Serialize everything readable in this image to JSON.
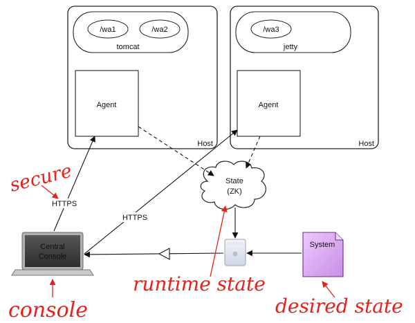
{
  "hosts": [
    {
      "host_label": "Host",
      "container_label": "tomcat",
      "apps": [
        "/wa1",
        "/wa2"
      ],
      "agent_label": "Agent"
    },
    {
      "host_label": "Host",
      "container_label": "jetty",
      "apps": [
        "/wa3"
      ],
      "agent_label": "Agent"
    }
  ],
  "state_cloud": {
    "line1": "State",
    "line2": "(ZK)"
  },
  "console_screen": {
    "line1": "Central",
    "line2": "Console"
  },
  "system_doc": {
    "label": "System"
  },
  "edge_labels": {
    "https_left": "HTTPS",
    "https_right": "HTTPS"
  },
  "annotations": {
    "secure": "secure",
    "console": "console",
    "runtime_state": "runtime state",
    "desired_state": "desired state"
  },
  "colors": {
    "annotation": "#e8201a",
    "doc_fill": "#d9a6f2",
    "doc_stroke": "#6a2b8a",
    "laptop_screen": "#3a3a3a"
  }
}
